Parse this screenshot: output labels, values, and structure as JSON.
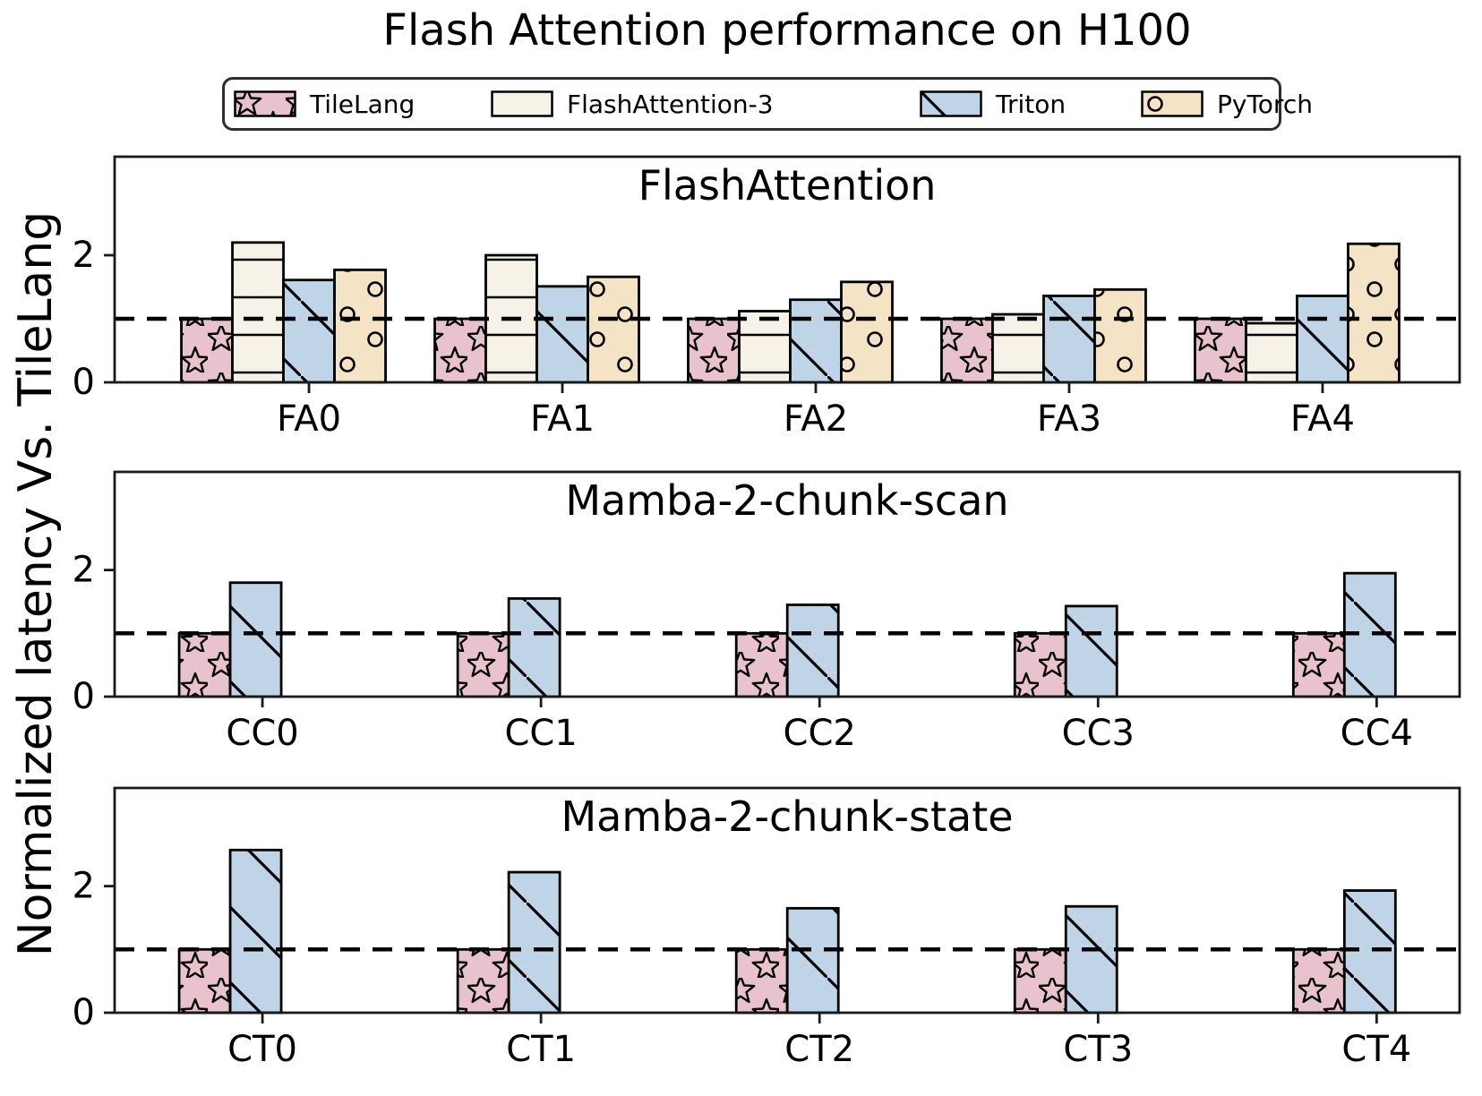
{
  "title": "Flash Attention performance on H100",
  "ylabel": "Normalized latency Vs. TileLang",
  "legend": {
    "items": [
      {
        "label": "TileLang"
      },
      {
        "label": "FlashAttention-3"
      },
      {
        "label": "Triton"
      },
      {
        "label": "PyTorch"
      }
    ]
  },
  "colors": {
    "tilelang_fill": "#e8c2cd",
    "flashattention3_fill": "#f7f2e7",
    "triton_fill": "#bfd5e7",
    "pytorch_fill": "#f4e3c5",
    "edge": "#000000",
    "reference_line": "#000000"
  },
  "chart_data": [
    {
      "type": "bar",
      "title": "FlashAttention",
      "categories": [
        "FA0",
        "FA1",
        "FA2",
        "FA3",
        "FA4"
      ],
      "series": [
        {
          "name": "TileLang",
          "values": [
            1.0,
            1.0,
            1.0,
            1.0,
            1.0
          ]
        },
        {
          "name": "FlashAttention-3",
          "values": [
            2.2,
            2.0,
            1.12,
            1.07,
            0.93
          ]
        },
        {
          "name": "Triton",
          "values": [
            1.61,
            1.51,
            1.3,
            1.36,
            1.36
          ]
        },
        {
          "name": "PyTorch",
          "values": [
            1.77,
            1.66,
            1.58,
            1.46,
            2.18
          ]
        }
      ],
      "yticks": [
        0,
        2
      ],
      "ylim": [
        0,
        3.55
      ],
      "ref_line_y": 1.0,
      "legend_position": "top",
      "grid": false
    },
    {
      "type": "bar",
      "title": "Mamba-2-chunk-scan",
      "categories": [
        "CC0",
        "CC1",
        "CC2",
        "CC3",
        "CC4"
      ],
      "series": [
        {
          "name": "TileLang",
          "values": [
            1.0,
            1.0,
            1.0,
            1.0,
            1.0
          ]
        },
        {
          "name": "Triton",
          "values": [
            1.8,
            1.55,
            1.45,
            1.43,
            1.95
          ]
        }
      ],
      "yticks": [
        0,
        2
      ],
      "ylim": [
        0,
        3.55
      ],
      "ref_line_y": 1.0,
      "grid": false
    },
    {
      "type": "bar",
      "title": "Mamba-2-chunk-state",
      "categories": [
        "CT0",
        "CT1",
        "CT2",
        "CT3",
        "CT4"
      ],
      "series": [
        {
          "name": "TileLang",
          "values": [
            1.0,
            1.0,
            1.0,
            1.0,
            1.0
          ]
        },
        {
          "name": "Triton",
          "values": [
            2.57,
            2.22,
            1.65,
            1.68,
            1.93
          ]
        }
      ],
      "yticks": [
        0,
        2
      ],
      "ylim": [
        0,
        3.55
      ],
      "ref_line_y": 1.0,
      "grid": false
    }
  ]
}
